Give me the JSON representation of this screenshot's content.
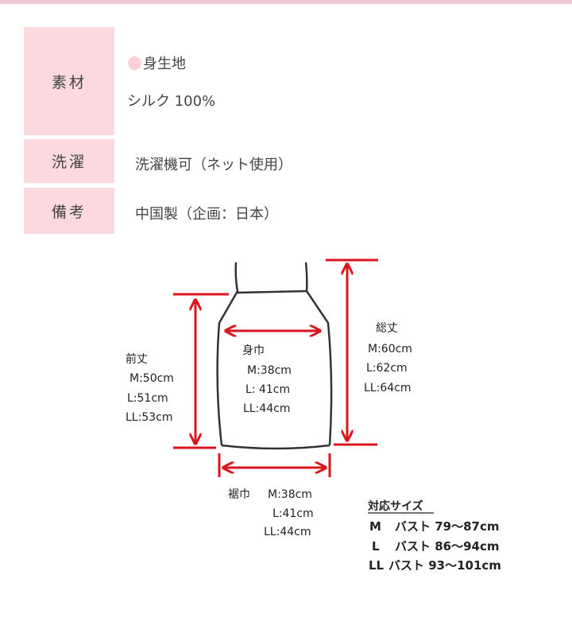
{
  "colors": {
    "accent_pink": "#fbd9df",
    "arrow_red": "#d9161c"
  },
  "spec_table": [
    {
      "label": "素材",
      "lines": [
        "身生地",
        "シルク 100%"
      ]
    },
    {
      "label": "洗濯",
      "lines": [
        "洗濯機可（ネット使用）"
      ]
    },
    {
      "label": "備考",
      "lines": [
        "中国製（企画：日本）"
      ]
    }
  ],
  "diagram": {
    "front_length": {
      "title": "前丈",
      "m": "M:50cm",
      "l": "L:51cm",
      "ll": "LL:53cm"
    },
    "bust_width": {
      "title": "身巾",
      "m": "M:38cm",
      "l": "L: 41cm",
      "ll": "LL:44cm"
    },
    "total_length": {
      "title": "総丈",
      "m": "M:60cm",
      "l": "L:62cm",
      "ll": "LL:64cm"
    },
    "hem_width": {
      "title": "裾巾",
      "m": "M:38cm",
      "l": "L:41cm",
      "ll": "LL:44cm"
    }
  },
  "size_chart": {
    "title": "対応サイズ",
    "rows": [
      {
        "size": "M",
        "text": "バスト 79～87cm"
      },
      {
        "size": "L",
        "text": "バスト 86～94cm"
      },
      {
        "size": "LL",
        "text": "バスト 93～101cm"
      }
    ]
  }
}
